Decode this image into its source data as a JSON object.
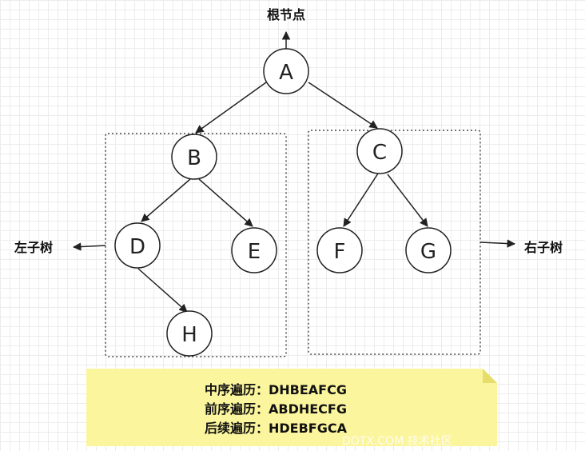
{
  "labels": {
    "root": "根节点",
    "left_subtree": "左子树",
    "right_subtree": "右子树"
  },
  "nodes": {
    "A": "A",
    "B": "B",
    "C": "C",
    "D": "D",
    "E": "E",
    "F": "F",
    "G": "G",
    "H": "H"
  },
  "note": {
    "inorder": "中序遍历：DHBEAFCG",
    "preorder": "前序遍历：ABDHECFG",
    "postorder": "后续遍历：HDEBFGCA"
  },
  "watermark": "DOTX.COM 技术社区",
  "colors": {
    "note_bg": "#fbf59d",
    "node_fill": "#ffffff",
    "stroke": "#222222"
  }
}
